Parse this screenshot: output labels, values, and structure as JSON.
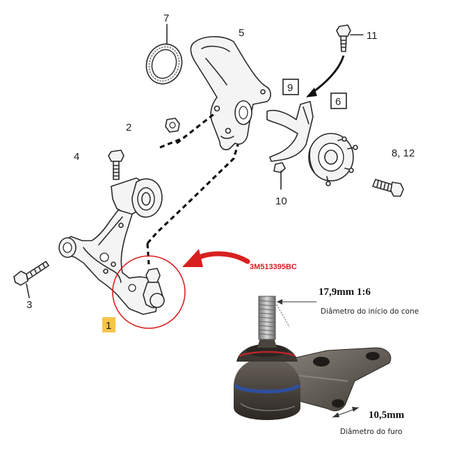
{
  "callouts": {
    "c1": "1",
    "c2": "2",
    "c3": "3",
    "c4": "4",
    "c5": "5",
    "c6": "6",
    "c7": "7",
    "c8_12": "8, 12",
    "c9": "9",
    "c10": "10",
    "c11": "11"
  },
  "part_number": "3M513395BC",
  "cone_dimension": "17,9mm  1:6",
  "cone_caption": "Diâmetro do início do cone",
  "hole_dimension": "10,5mm",
  "hole_caption": "Diâmetro do furo",
  "colors": {
    "highlight_red": "#d8201f",
    "callout_1_bg": "#f6c44a",
    "ball_joint_body": "#3a3632",
    "ball_joint_seal": "#2e4fa0",
    "ball_joint_ring": "#b8252a"
  },
  "icons": {
    "arrow": "curved-red-arrow",
    "circle": "red-highlight-circle"
  }
}
